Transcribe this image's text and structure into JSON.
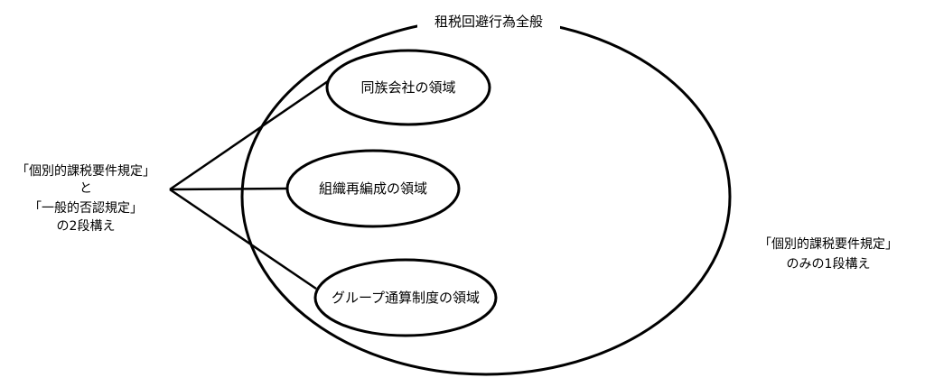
{
  "diagram": {
    "outer_region": {
      "label": "租税回避行為全般"
    },
    "inner_regions": [
      {
        "label": "同族会社の領域"
      },
      {
        "label": "組織再編成の領域"
      },
      {
        "label": "グループ通算制度の領域"
      }
    ],
    "left_note": {
      "lines": [
        "「個別的課税要件規定」",
        "と",
        "「一般的否認規定」",
        "の2段構え"
      ]
    },
    "right_note": {
      "lines": [
        "「個別的課税要件規定」",
        "のみの1段構え"
      ]
    },
    "stroke_color": "#000000",
    "background_color": "#ffffff"
  }
}
